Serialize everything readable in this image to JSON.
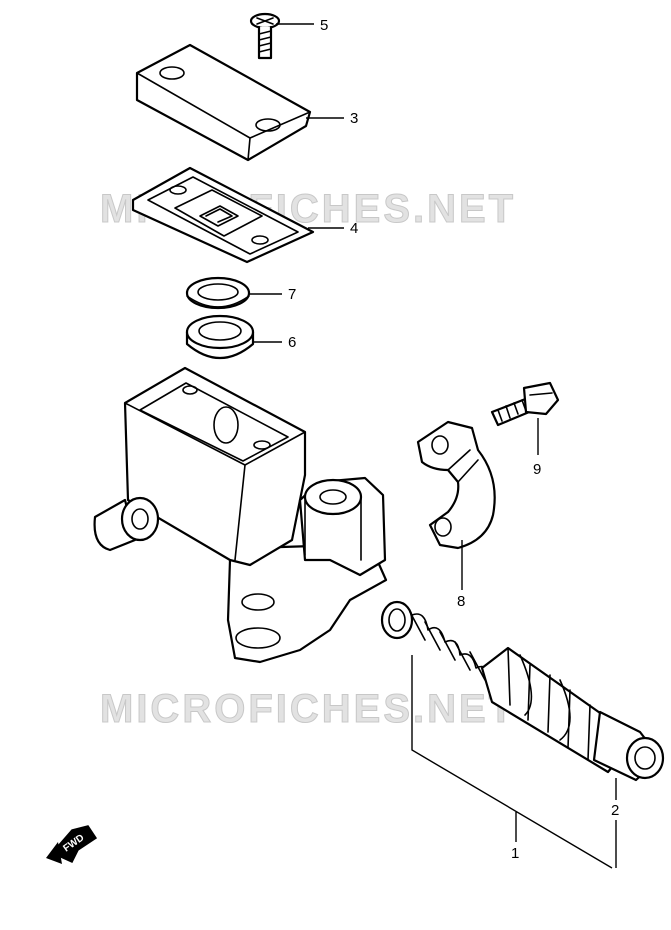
{
  "watermark": {
    "text": "MICROFICHES.NET"
  },
  "fwd_label": "FWD",
  "callouts": {
    "c1": "1",
    "c2": "2",
    "c3": "3",
    "c4": "4",
    "c5": "5",
    "c6": "6",
    "c7": "7",
    "c8": "8",
    "c9": "9"
  },
  "colors": {
    "line": "#000000",
    "background": "#ffffff",
    "watermark": "#e2e2e2"
  }
}
